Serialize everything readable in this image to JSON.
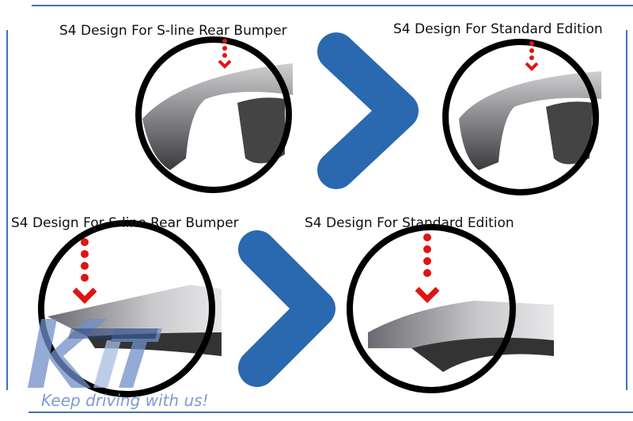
{
  "captions": {
    "top_left": "S4 Design For S-line Rear Bumper",
    "top_right": "S4 Design For Standard Edition",
    "bottom_left": "S4 Design For S-line Rear Bumper",
    "bottom_right": "S4 Design For Standard Edition"
  },
  "logo": {
    "text": "KiT",
    "tagline": "Keep driving with us!"
  },
  "colors": {
    "accent": "#2a68b0",
    "border": "#3f72b3",
    "arrow": "#e01414",
    "logo": "#7f9bd0"
  }
}
